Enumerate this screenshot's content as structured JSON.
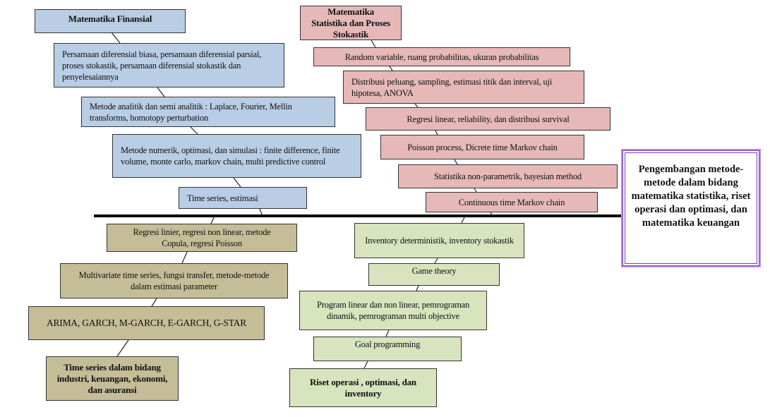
{
  "goal": "Pengembangan metode-metode dalam bidang matematika statistika, riset operasi dan optimasi, dan matematika keuangan",
  "branches": {
    "finansial": {
      "title": "Matematika Finansial",
      "items": [
        "Persamaan diferensial biasa, persamaan diferensial parsial, proses stokastik, persamaan diferensial stokastik dan penyelesaiannya",
        "Metode analitik dan semi analitik : Laplace, Fourier, Mellin transforms, homotopy perturbation",
        "Metode numerik, optimasi, dan simulasi : finite difference, finite volume, monte carlo, markov chain, multi predictive control",
        "Time series, estimasi"
      ]
    },
    "statistika": {
      "title": "Matematika Statistika dan Proses Stokastik",
      "items": [
        "Random variable, ruang probabilitas, ukuran probabilitas",
        "Distribusi peluang, sampling, estimasi titik dan interval, uji hipotesa, ANOVA",
        "Regresi linear, reliability, dan distribusi survival",
        "Poisson process, Dicrete time Markov chain",
        "Statistika non-parametrik, bayesian method",
        "Continuous time Markov chain"
      ]
    },
    "timeseries": {
      "title": "Time series dalam bidang industri, keuangan, ekonomi, dan asuransi",
      "items": [
        "Regresi linier, regresi non linear, metode Copula, regresi Poisson",
        "Multivariate time series, fungsi transfer, metode-metode dalam estimasi parameter",
        "ARIMA, GARCH, M-GARCH, E-GARCH, G-STAR"
      ]
    },
    "riset": {
      "title": "Riset operasi , optimasi, dan inventory",
      "items": [
        "Inventory deterministik, inventory stokastik",
        "Game theory",
        "Program linear dan non linear, pemrograman dinamik, pemrograman multi objective",
        "Goal programming"
      ]
    }
  },
  "colors": {
    "finansial": "#b9cde5",
    "statistika": "#e6b9b8",
    "timeseries": "#c4bd97",
    "riset": "#d7e4bd",
    "goal_border": "#7f3fbf"
  }
}
